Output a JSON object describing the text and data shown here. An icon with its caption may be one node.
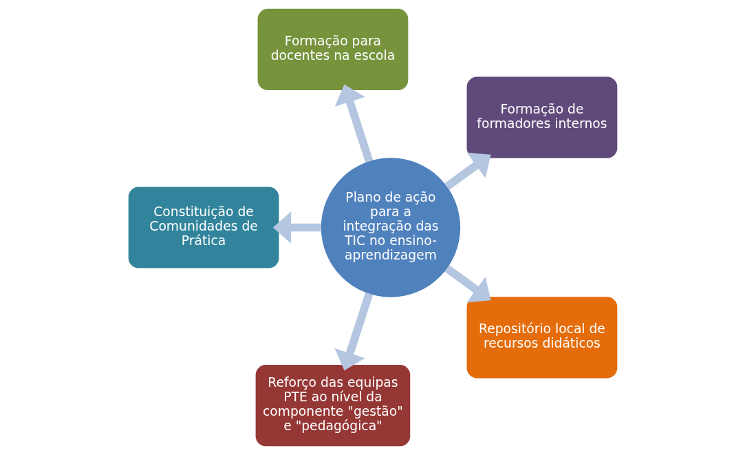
{
  "diagram": {
    "nodes": [
      {
        "text": [
          "Formação de formadores internos"
        ]
      },
      {
        "text": [
          "Formação para docentes na escola"
        ]
      },
      {
        "text": [
          "Constituição de Comunidades de Prática"
        ]
      },
      {
        "text": [
          "Reforço das equipas PTE ao nível da componente \"gestão\" e \"pedagógica\""
        ]
      },
      {
        "text": [
          "Plano de ação para a integração das TIC no ensino-aprendizagem"
        ]
      },
      {
        "text": [
          "Repositório local de recursos didáticos"
        ]
      }
    ],
    "edges": [
      {
        "from": 4,
        "to": 0,
        "arrow": "to"
      },
      {
        "from": 4,
        "to": 1,
        "arrow": "to"
      },
      {
        "from": 4,
        "to": 2,
        "arrow": "to"
      },
      {
        "from": 4,
        "to": 3,
        "arrow": "to"
      },
      {
        "from": 4,
        "to": 5,
        "arrow": "to"
      }
    ]
  }
}
